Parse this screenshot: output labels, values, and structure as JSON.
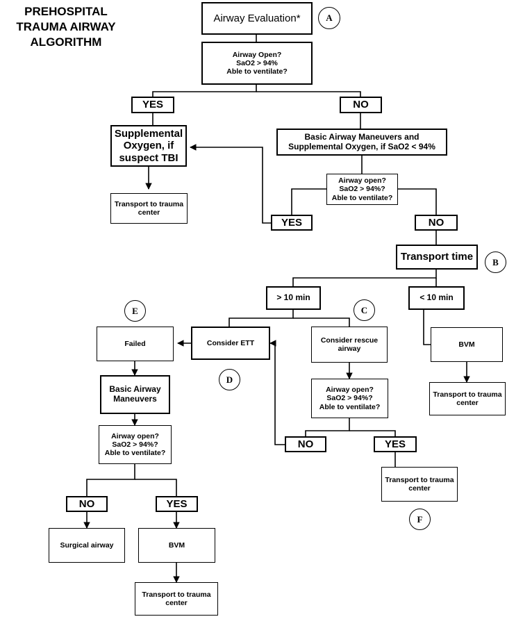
{
  "title": "PREHOSPITAL\nTRAUMA AIRWAY\nALGORITHM",
  "chart_data": {
    "type": "diagram",
    "diagram_kind": "clinical-decision-flowchart",
    "title": "PREHOSPITAL TRAUMA AIRWAY ALGORITHM",
    "nodes": [
      {
        "id": "airway-evaluation",
        "label": "Airway Evaluation*"
      },
      {
        "id": "initial-assessment",
        "label": "Airway Open?\nSaO2 > 94%\nAble to ventilate?"
      },
      {
        "id": "initial-yes",
        "label": "YES"
      },
      {
        "id": "initial-no",
        "label": "NO"
      },
      {
        "id": "supplemental-oxygen",
        "label": "Supplemental\nOxygen, if\nsuspect TBI"
      },
      {
        "id": "transport-trauma-1",
        "label": "Transport to trauma\ncenter"
      },
      {
        "id": "basic-airway-maneuvers-o2",
        "label": "Basic Airway Maneuvers and\nSupplemental Oxygen, if SaO2 < 94%"
      },
      {
        "id": "reassessment-1",
        "label": "Airway open?\nSaO2 > 94%?\nAble to ventilate?"
      },
      {
        "id": "reassessment-1-yes",
        "label": "YES"
      },
      {
        "id": "reassessment-1-no",
        "label": "NO"
      },
      {
        "id": "transport-time",
        "label": "Transport time"
      },
      {
        "id": "greater-10-min",
        "label": "> 10 min"
      },
      {
        "id": "less-10-min",
        "label": "< 10 min"
      },
      {
        "id": "consider-ett",
        "label": "Consider ETT"
      },
      {
        "id": "failed",
        "label": "Failed"
      },
      {
        "id": "basic-airway-maneuvers-2",
        "label": "Basic Airway\nManeuvers"
      },
      {
        "id": "reassessment-2",
        "label": "Airway open?\nSaO2 > 94%?\nAble to ventilate?"
      },
      {
        "id": "reassessment-2-no",
        "label": "NO"
      },
      {
        "id": "reassessment-2-yes",
        "label": "YES"
      },
      {
        "id": "surgical-airway",
        "label": "Surgical airway"
      },
      {
        "id": "bvm-left",
        "label": "BVM"
      },
      {
        "id": "transport-trauma-left",
        "label": "Transport to trauma\ncenter"
      },
      {
        "id": "consider-rescue-airway",
        "label": "Consider rescue\nairway"
      },
      {
        "id": "reassessment-3",
        "label": "Airway open?\nSaO2 > 94%?\nAble to ventilate?"
      },
      {
        "id": "reassessment-3-no",
        "label": "NO"
      },
      {
        "id": "reassessment-3-yes",
        "label": "YES"
      },
      {
        "id": "transport-trauma-center-3",
        "label": "Transport to trauma\ncenter"
      },
      {
        "id": "bvm-right",
        "label": "BVM"
      },
      {
        "id": "transport-trauma-right",
        "label": "Transport to trauma\ncenter"
      }
    ],
    "markers": [
      {
        "id": "marker-a",
        "label": "A"
      },
      {
        "id": "marker-b",
        "label": "B"
      },
      {
        "id": "marker-c",
        "label": "C"
      },
      {
        "id": "marker-d",
        "label": "D"
      },
      {
        "id": "marker-e",
        "label": "E"
      },
      {
        "id": "marker-f",
        "label": "F"
      }
    ],
    "edges": [
      {
        "from": "airway-evaluation",
        "to": "initial-assessment"
      },
      {
        "from": "initial-assessment",
        "to": "initial-yes"
      },
      {
        "from": "initial-assessment",
        "to": "initial-no"
      },
      {
        "from": "initial-yes",
        "to": "supplemental-oxygen"
      },
      {
        "from": "supplemental-oxygen",
        "to": "transport-trauma-1"
      },
      {
        "from": "initial-no",
        "to": "basic-airway-maneuvers-o2"
      },
      {
        "from": "basic-airway-maneuvers-o2",
        "to": "reassessment-1"
      },
      {
        "from": "reassessment-1",
        "to": "reassessment-1-yes"
      },
      {
        "from": "reassessment-1",
        "to": "reassessment-1-no"
      },
      {
        "from": "reassessment-1-yes",
        "to": "supplemental-oxygen"
      },
      {
        "from": "reassessment-1-no",
        "to": "transport-time"
      },
      {
        "from": "transport-time",
        "to": "greater-10-min"
      },
      {
        "from": "transport-time",
        "to": "less-10-min"
      },
      {
        "from": "greater-10-min",
        "to": "consider-ett"
      },
      {
        "from": "greater-10-min",
        "to": "consider-rescue-airway"
      },
      {
        "from": "consider-ett",
        "to": "failed"
      },
      {
        "from": "failed",
        "to": "basic-airway-maneuvers-2"
      },
      {
        "from": "basic-airway-maneuvers-2",
        "to": "reassessment-2"
      },
      {
        "from": "reassessment-2",
        "to": "reassessment-2-no"
      },
      {
        "from": "reassessment-2",
        "to": "reassessment-2-yes"
      },
      {
        "from": "reassessment-2-no",
        "to": "surgical-airway"
      },
      {
        "from": "reassessment-2-yes",
        "to": "bvm-left"
      },
      {
        "from": "bvm-left",
        "to": "transport-trauma-left"
      },
      {
        "from": "consider-rescue-airway",
        "to": "reassessment-3"
      },
      {
        "from": "reassessment-3",
        "to": "reassessment-3-no"
      },
      {
        "from": "reassessment-3",
        "to": "reassessment-3-yes"
      },
      {
        "from": "reassessment-3-no",
        "to": "consider-ett"
      },
      {
        "from": "reassessment-3-yes",
        "to": "transport-trauma-center-3"
      },
      {
        "from": "less-10-min",
        "to": "bvm-right"
      },
      {
        "from": "bvm-right",
        "to": "transport-trauma-right"
      }
    ],
    "colors": {
      "stroke": "#000000",
      "fill": "#ffffff",
      "text": "#000000"
    }
  },
  "nodes": {
    "airway_evaluation": "Airway Evaluation*",
    "initial_assessment": "Airway Open?\nSaO2 > 94%\nAble to ventilate?",
    "initial_yes": "YES",
    "initial_no": "NO",
    "supplemental_oxygen": "Supplemental\nOxygen, if\nsuspect TBI",
    "transport_trauma_1": "Transport to trauma\ncenter",
    "basic_airway_maneuvers_o2": "Basic Airway Maneuvers and\nSupplemental Oxygen, if SaO2 < 94%",
    "reassessment_1": "Airway open?\nSaO2 > 94%?\nAble to ventilate?",
    "reassessment_1_yes": "YES",
    "reassessment_1_no": "NO",
    "transport_time": "Transport time",
    "greater_10_min": "> 10 min",
    "less_10_min": "< 10 min",
    "consider_ett": "Consider ETT",
    "failed": "Failed",
    "basic_airway_maneuvers_2": "Basic Airway\nManeuvers",
    "reassessment_2": "Airway open?\nSaO2 > 94%?\nAble to ventilate?",
    "reassessment_2_no": "NO",
    "reassessment_2_yes": "YES",
    "surgical_airway": "Surgical airway",
    "bvm_left": "BVM",
    "transport_trauma_left": "Transport to trauma\ncenter",
    "consider_rescue_airway": "Consider rescue\nairway",
    "reassessment_3": "Airway open?\nSaO2 > 94%?\nAble to ventilate?",
    "reassessment_3_no": "NO",
    "reassessment_3_yes": "YES",
    "transport_trauma_center_3": "Transport to trauma\ncenter",
    "bvm_right": "BVM",
    "transport_trauma_right": "Transport to trauma\ncenter"
  },
  "markers": {
    "a": "A",
    "b": "B",
    "c": "C",
    "d": "D",
    "e": "E",
    "f": "F"
  }
}
